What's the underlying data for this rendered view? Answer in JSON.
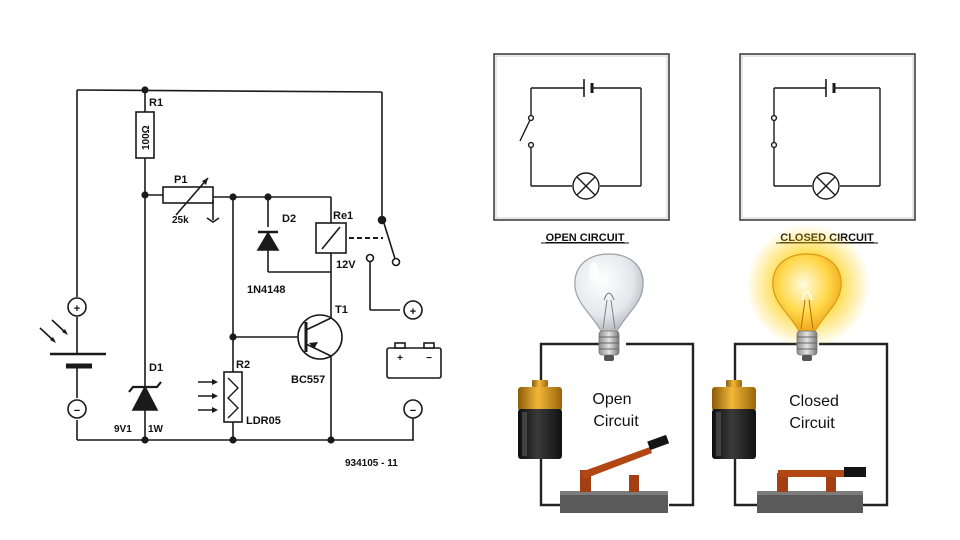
{
  "schematic": {
    "r1": "R1",
    "r1_value": "100Ω",
    "p1": "P1",
    "p1_value": "25k",
    "d2": "D2",
    "d2_type": "1N4148",
    "re1": "Re1",
    "re1_voltage": "12V",
    "t1": "T1",
    "t1_type": "BC557",
    "d1": "D1",
    "d1_value": "9V1",
    "d1_power": "1W",
    "r2": "R2",
    "r2_type": "LDR05",
    "drawing_number": "934105 - 11",
    "plus": "+",
    "minus": "−"
  },
  "panels": {
    "open_caption": "OPEN CIRCUIT",
    "closed_caption": "CLOSED CIRCUIT"
  },
  "illustrations": {
    "open_line1": "Open",
    "open_line2": "Circuit",
    "closed_line1": "Closed",
    "closed_line2": "Circuit"
  },
  "colors": {
    "bulb_glow": "#ffd21a",
    "battery_gold": "#c98a12",
    "battery_body": "#1e1e1e",
    "switch_base": "#5a5a5a",
    "switch_lever": "#a33f12"
  }
}
